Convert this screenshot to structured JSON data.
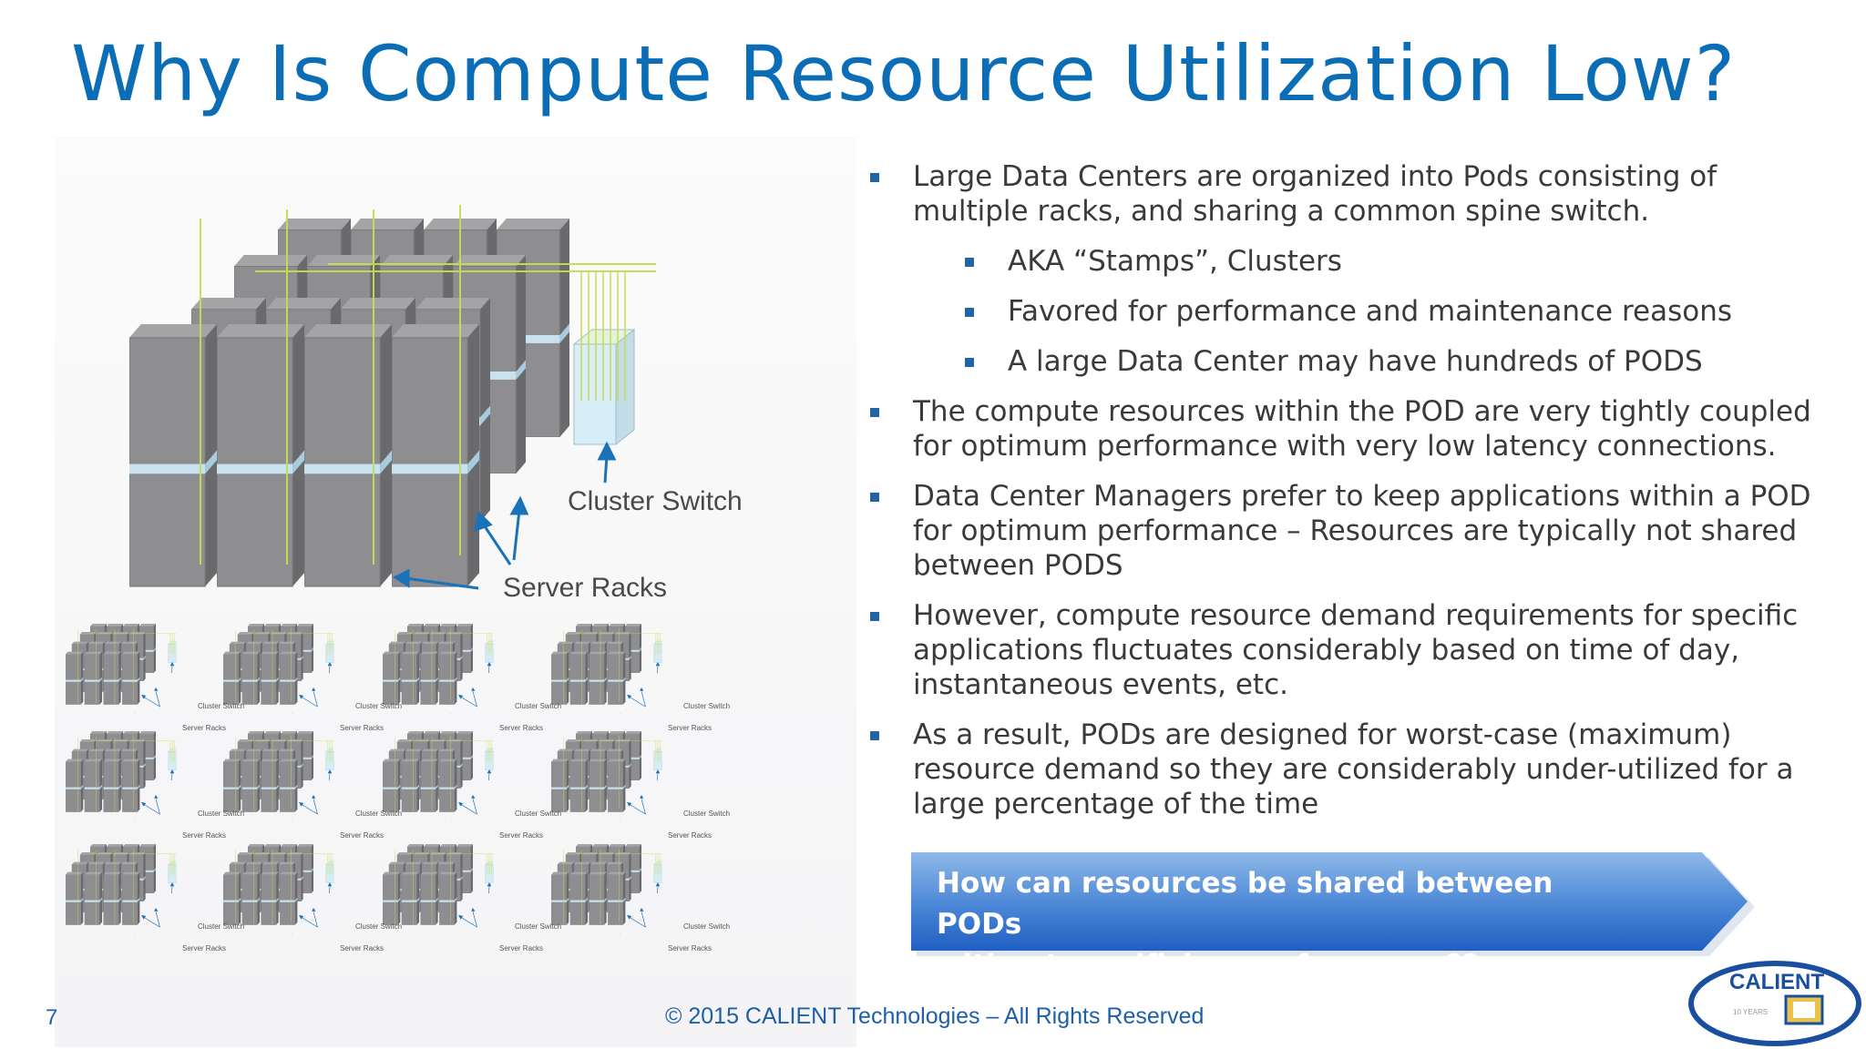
{
  "slide": {
    "title": "Why Is Compute Resource Utilization Low?",
    "page_number": "7",
    "copyright": "© 2015 CALIENT Technologies – All Rights Reserved"
  },
  "figure": {
    "cluster_switch_label": "Cluster Switch",
    "server_racks_label": "Server Racks",
    "mini_cluster_switch_label": "Cluster Switch",
    "mini_server_racks_label": "Server Racks",
    "pod_grid": {
      "rows": 3,
      "cols": 4
    }
  },
  "bullets": [
    {
      "level": 1,
      "text": "Large Data Centers are organized into Pods consisting of multiple racks, and sharing a common spine switch."
    },
    {
      "level": 2,
      "text": "AKA “Stamps”, Clusters"
    },
    {
      "level": 2,
      "text": "Favored for performance and maintenance reasons"
    },
    {
      "level": 2,
      "text": "A large Data Center may have hundreds of PODS"
    },
    {
      "level": 1,
      "text": "The compute resources within the POD are very tightly coupled for optimum performance with very low latency connections."
    },
    {
      "level": 1,
      "text": "Data Center Managers prefer to keep applications within a POD for optimum performance – Resources are typically not shared between PODS"
    },
    {
      "level": 1,
      "text": "However, compute resource demand requirements for specific applications fluctuates considerably based on time of day, instantaneous events, etc."
    },
    {
      "level": 1,
      "text": "As a result, PODs are designed for worst-case (maximum) resource demand so they are considerably under-utilized for a large percentage of the time"
    }
  ],
  "callout": {
    "line1": "How can resources be shared between PODs",
    "line2": "without sacrificing performance??"
  },
  "logo": {
    "text": "CALIENT",
    "tagline": "10 YEARS"
  },
  "colors": {
    "title": "#0a6db5",
    "bullet_marker": "#1f63a8",
    "callout_top": "#8fb8e8",
    "callout_bottom": "#1f5fc2",
    "footer": "#1f5fa8"
  }
}
